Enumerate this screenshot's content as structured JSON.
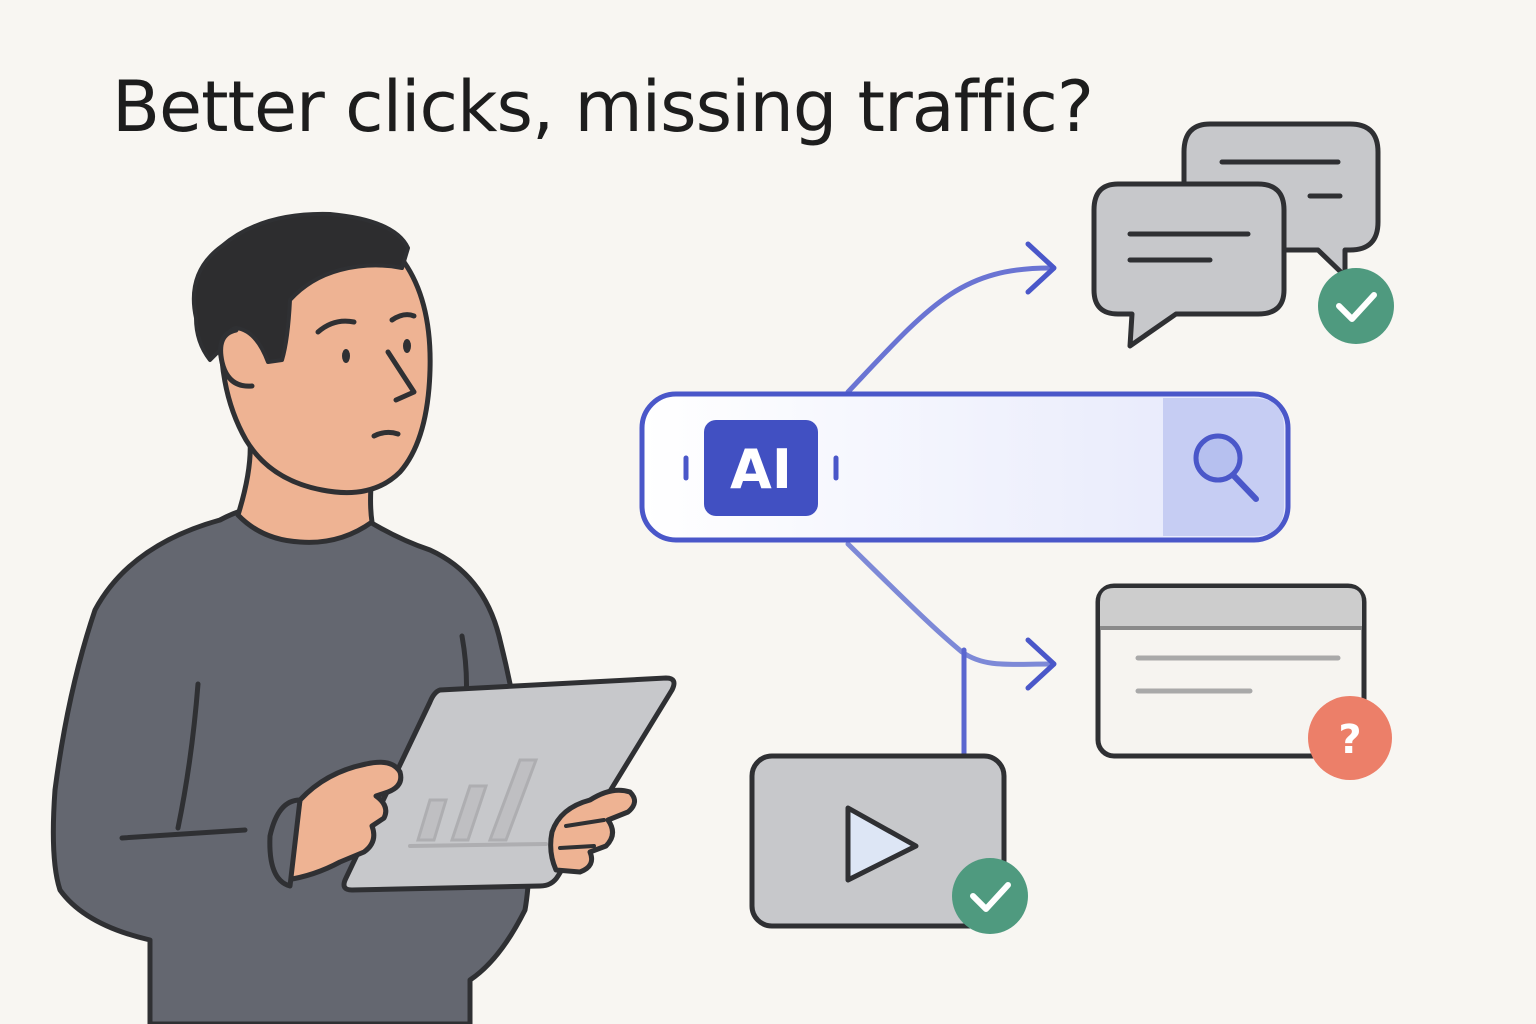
{
  "headline": "Better clicks, missing traffic?",
  "search_bar": {
    "badge_text": "AI",
    "search_icon": "magnifier-icon"
  },
  "result_cards": [
    {
      "kind": "chat-bubbles",
      "status": "verified",
      "status_icon": "check-icon",
      "status_color": "#4f9a7f"
    },
    {
      "kind": "web-page",
      "status": "uncertain",
      "status_icon": "question-icon",
      "status_text": "?",
      "status_color": "#ec7f69"
    },
    {
      "kind": "video",
      "status": "verified",
      "status_icon": "check-icon",
      "status_color": "#4f9a7f"
    }
  ],
  "colors": {
    "background": "#f8f6f2",
    "accent_blue": "#4a57c9",
    "success_green": "#4f9a7f",
    "warning_coral": "#ec7f69",
    "outline": "#2f3033",
    "sweater": "#646770",
    "skin": "#eeb393",
    "hair": "#2d2d2f"
  }
}
